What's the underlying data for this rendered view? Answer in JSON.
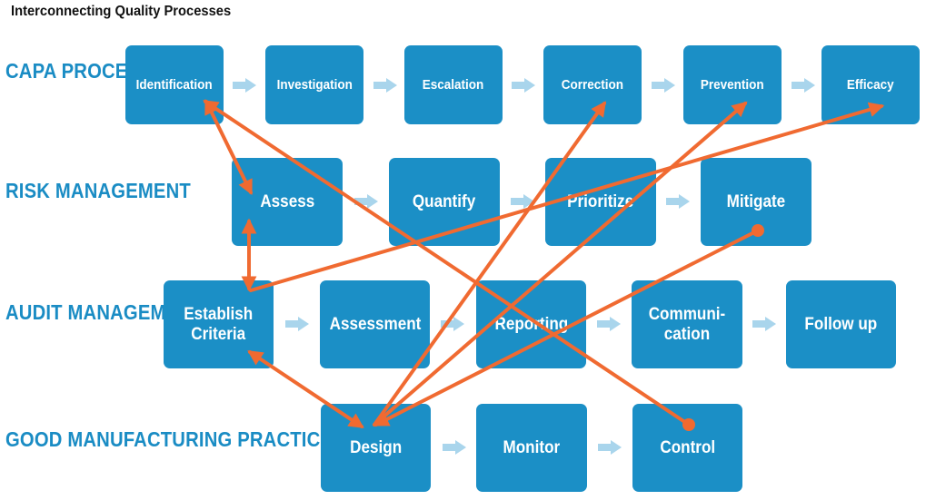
{
  "title": "Interconnecting Quality Processes",
  "rows": {
    "capa": {
      "label": "CAPA\nPROCESS",
      "steps": [
        "Identification",
        "Investigation",
        "Escalation",
        "Correction",
        "Prevention",
        "Efficacy"
      ]
    },
    "risk": {
      "label": "RISK\nMANAGEMENT",
      "steps": [
        "Assess",
        "Quantify",
        "Prioritize",
        "Mitigate"
      ]
    },
    "audit": {
      "label": "AUDIT\nMANAGEMENT",
      "steps": [
        "Establish\nCriteria",
        "Assessment",
        "Reporting",
        "Communi-\ncation",
        "Follow up"
      ]
    },
    "gmp": {
      "label": "GOOD MANUFACTURING\nPRACTICES",
      "steps": [
        "Design",
        "Monitor",
        "Control"
      ]
    }
  },
  "colors": {
    "box": "#1b8fc6",
    "label": "#1a8cc4",
    "flow_arrow": "#a9d5ec",
    "connector": "#f06a31"
  }
}
